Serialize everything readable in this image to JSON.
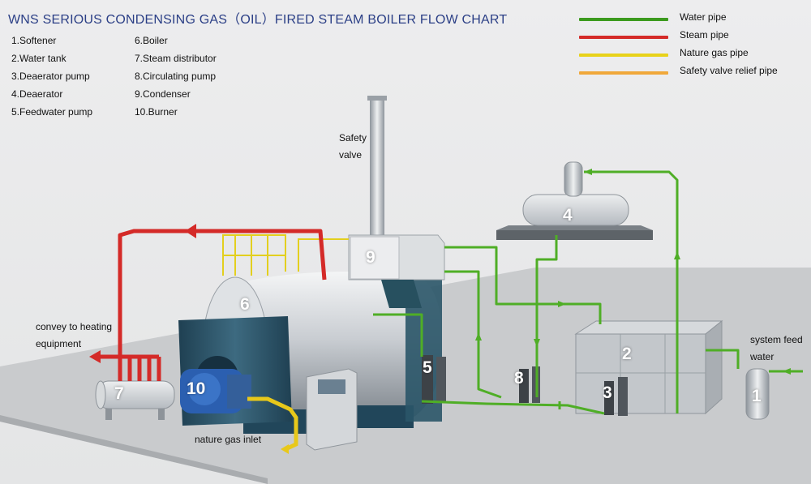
{
  "title": "WNS SERIOUS CONDENSING GAS（OIL）FIRED STEAM BOILER FLOW CHART",
  "components_left": [
    "1.Softener",
    "2.Water tank",
    "3.Deaerator pump",
    "4.Deaerator",
    "5.Feedwater pump"
  ],
  "components_right": [
    "6.Boiler",
    "7.Steam distributor",
    "8.Circulating pump",
    "9.Condenser",
    "10.Burner"
  ],
  "legend": [
    {
      "label": "Water pipe",
      "color": "#3c9a1e"
    },
    {
      "label": "Steam pipe",
      "color": "#d42a28"
    },
    {
      "label": "Nature gas pipe",
      "color": "#e8d21a"
    },
    {
      "label": "Safety valve relief pipe",
      "color": "#f0a83a"
    }
  ],
  "labels": {
    "safety_valve_line1": "Safety",
    "safety_valve_line2": "valve",
    "convey_line1": "convey to heating",
    "convey_line2": "equipment",
    "system_feed_line1": "system feed",
    "system_feed_line2": "water",
    "gas_inlet": "nature gas inlet"
  },
  "numbers": [
    "1",
    "2",
    "3",
    "4",
    "5",
    "6",
    "7",
    "8",
    "9",
    "10"
  ]
}
